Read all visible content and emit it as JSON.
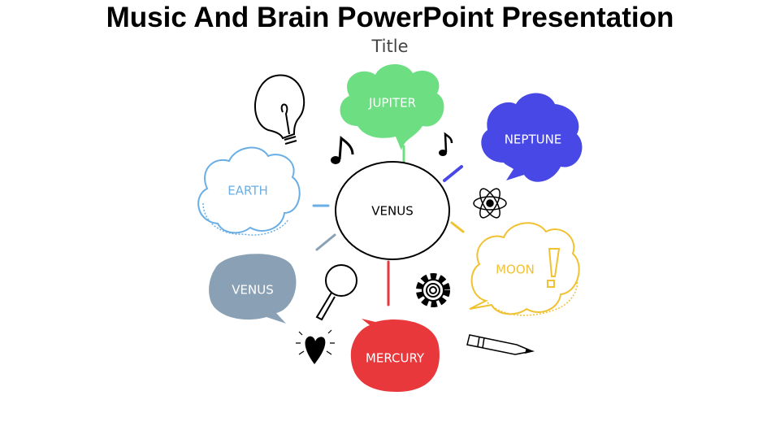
{
  "header": {
    "title": "Music And Brain PowerPoint Presentation",
    "subtitle": "Title"
  },
  "center": {
    "label": "VENUS"
  },
  "nodes": {
    "jupiter": {
      "label": "JUPITER",
      "color": "#6ddf82"
    },
    "neptune": {
      "label": "NEPTUNE",
      "color": "#4848e6"
    },
    "earth": {
      "label": "EARTH",
      "color": "#6aaee6"
    },
    "venus": {
      "label": "VENUS",
      "color": "#8aa0b4"
    },
    "mercury": {
      "label": "MERCURY",
      "color": "#e8383c"
    },
    "moon": {
      "label": "MOON",
      "color": "#f0c232"
    }
  }
}
